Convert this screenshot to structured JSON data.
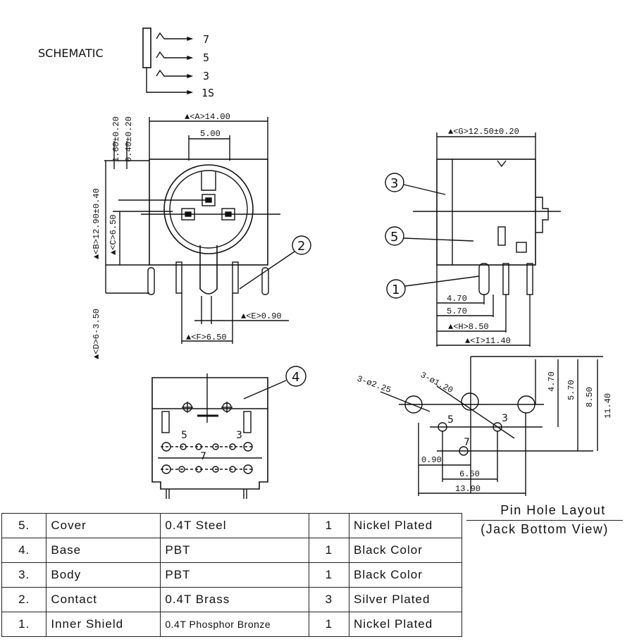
{
  "schematic": {
    "title": "SCHEMATIC",
    "pins": [
      "7",
      "5",
      "3",
      "1S"
    ]
  },
  "front_view": {
    "dim_a": "▲<A>14.00",
    "dim_top": "5.00",
    "dim_v1": "1.60±0.20",
    "dim_v2": "0.40±0.20",
    "dim_b": "▲<B>12.90±0.40",
    "dim_c": "▲<C>6.50",
    "dim_d": "▲<D>6-3.50",
    "dim_e": "▲<E>0.90",
    "dim_f": "▲<F>6.50"
  },
  "side_view": {
    "dim_g": "▲<G>12.50±0.20",
    "dim_1": "4.70",
    "dim_2": "5.70",
    "dim_h": "▲<H>8.50",
    "dim_i": "▲<I>11.40"
  },
  "callouts": [
    "1",
    "2",
    "3",
    "4",
    "5"
  ],
  "pin_hole_layout": {
    "title_line1": "Pin Hole Layout",
    "title_line2": "(Jack Bottom View)",
    "hole_big": "3-ø2.25",
    "hole_small": "3-ø1.20",
    "pin_labels": [
      "5",
      "7",
      "3"
    ],
    "dims_vertical": [
      "4.70",
      "5.70",
      "8.50",
      "11.40"
    ],
    "dims_horizontal": [
      "0.90",
      "6.50",
      "13.90"
    ]
  },
  "bottom_view": {
    "pin_labels": [
      "5",
      "3",
      "7"
    ]
  },
  "bom": [
    {
      "no": "5.",
      "name": "Cover",
      "material": "0.4T Steel",
      "qty": "1",
      "finish": "Nickel Plated"
    },
    {
      "no": "4.",
      "name": "Base",
      "material": "PBT",
      "qty": "1",
      "finish": "Black Color"
    },
    {
      "no": "3.",
      "name": "Body",
      "material": "PBT",
      "qty": "1",
      "finish": "Black Color"
    },
    {
      "no": "2.",
      "name": "Contact",
      "material": "0.4T Brass",
      "qty": "3",
      "finish": "Silver Plated"
    },
    {
      "no": "1.",
      "name": "Inner Shield",
      "material": "0.4T Phosphor Bronze",
      "qty": "1",
      "finish": "Nickel Plated"
    }
  ]
}
